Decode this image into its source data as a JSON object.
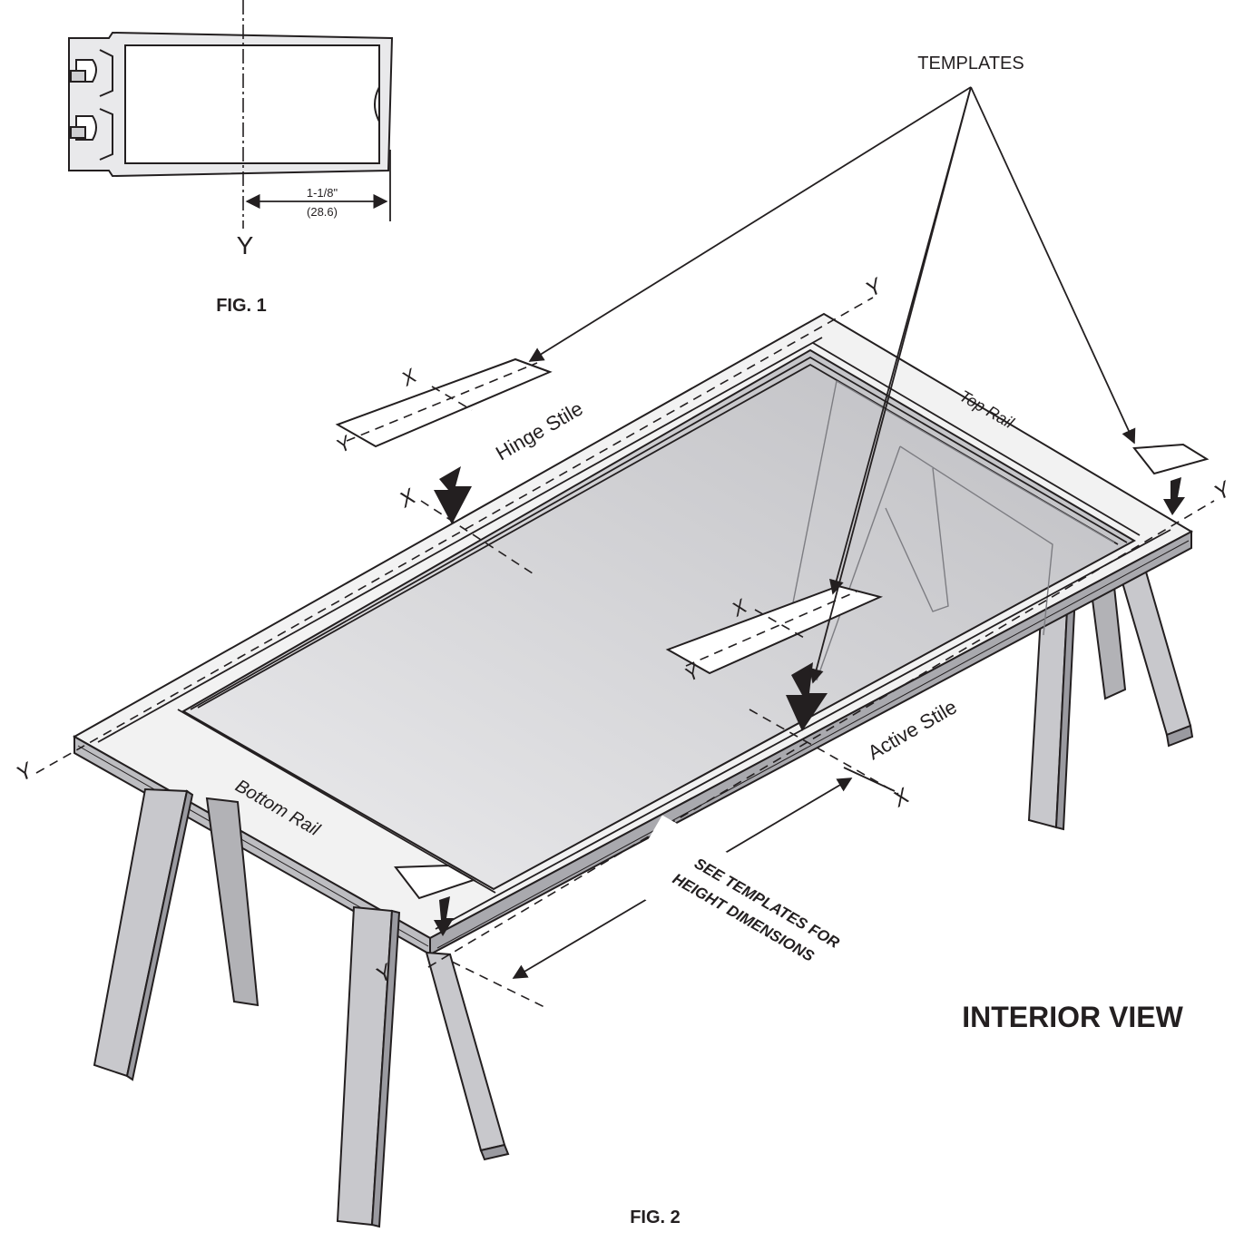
{
  "fig1": {
    "caption": "FIG. 1",
    "axis_label": "Y",
    "dimension": "1-1/8\"",
    "dimension_metric": "(28.6)"
  },
  "fig2": {
    "caption": "FIG. 2",
    "view_title": "INTERIOR VIEW",
    "templates_label": "TEMPLATES",
    "hinge_stile": "Hinge Stile",
    "top_rail": "Top Rail",
    "active_stile": "Active Stile",
    "bottom_rail": "Bottom Rail",
    "note_line1": "SEE TEMPLATES FOR",
    "note_line2": "HEIGHT DIMENSIONS",
    "axis_x": "X",
    "axis_y": "Y"
  },
  "colors": {
    "ink": "#231f20",
    "glass": "#d4d4d6",
    "frame": "#f2f2f2",
    "sawhorse": "#c8c8cc",
    "sawhorse_dark": "#9a9aa0"
  }
}
